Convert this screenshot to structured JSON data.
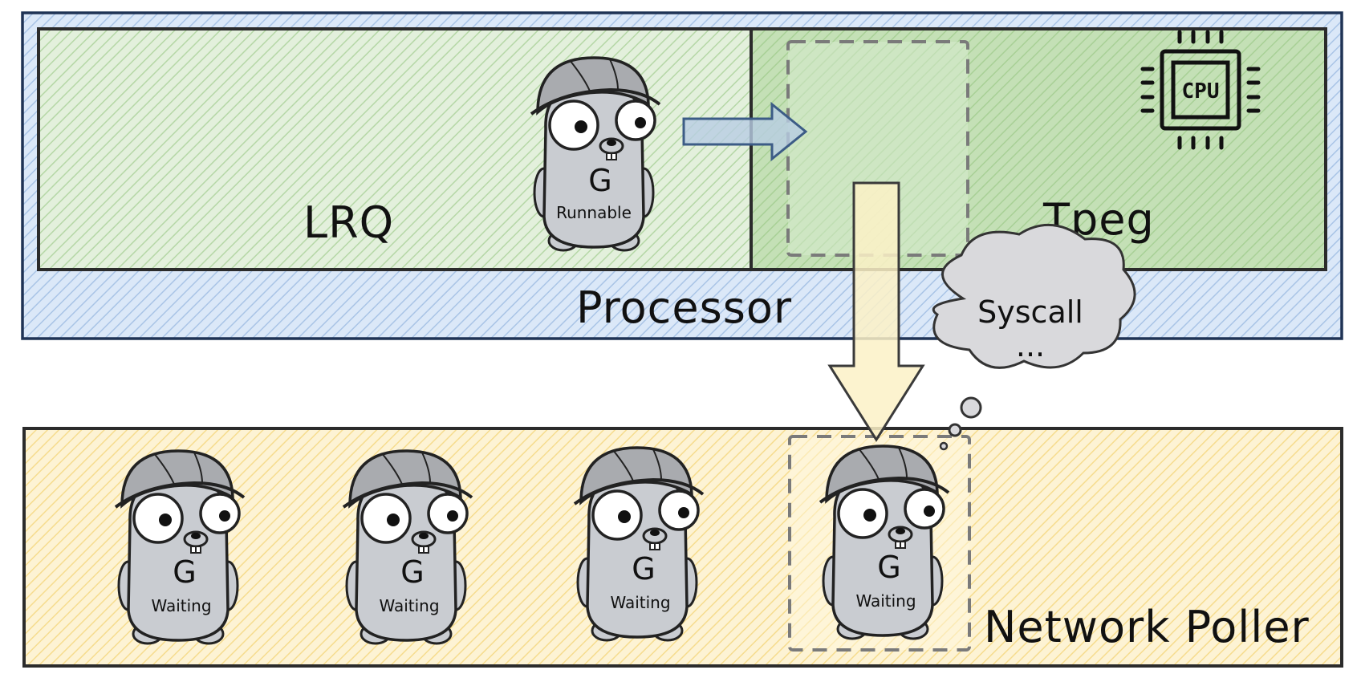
{
  "colors": {
    "processor": "#c6dbf4",
    "lrq": "#cfe6c4",
    "tpeg": "#b7d9a8",
    "poller": "#fbe6a8",
    "outline": "#2b2b2b",
    "gopher": "#c9ccd1",
    "helmet": "#a9abaf",
    "dashed": "#7a7a7a",
    "cloud": "#d9d9dc",
    "down_arrow": "#fbf1c7",
    "right_arrow": "#b8cde4"
  },
  "labels": {
    "lrq": "LRQ",
    "tpeg": "Tpeg",
    "processor": "Processor",
    "network_poller": "Network Poller",
    "cpu": "CPU",
    "syscall": "Syscall",
    "ellipsis": "..."
  },
  "gophers": {
    "runnable": {
      "status": "Runnable",
      "glyph": "G"
    },
    "waiting": [
      {
        "status": "Waiting",
        "glyph": "G"
      },
      {
        "status": "Waiting",
        "glyph": "G"
      },
      {
        "status": "Waiting",
        "glyph": "G"
      },
      {
        "status": "Waiting",
        "glyph": "G"
      }
    ]
  },
  "icons": {
    "cpu": "cpu-chip-icon",
    "cloud": "thought-cloud-icon",
    "gopher": "gopher-mascot-icon",
    "arrow_right": "arrow-right-icon",
    "arrow_down": "arrow-down-icon"
  }
}
